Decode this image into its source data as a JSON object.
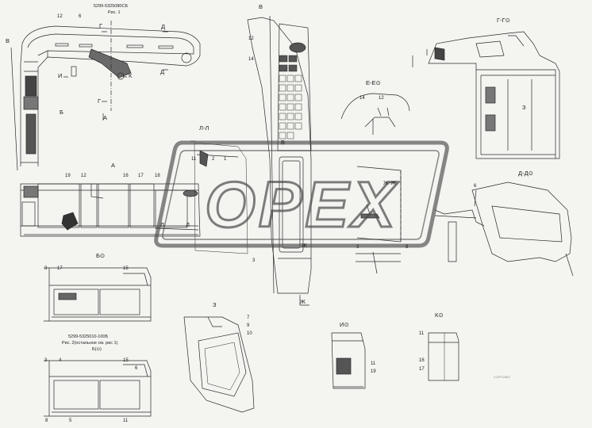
{
  "watermark": "OPEX",
  "colors": {
    "line": "#2a2a2a",
    "paper": "#f4f4f1",
    "watermark": "#5b5b5b"
  },
  "captions": {
    "fig1": "5299-5325080СБ\nРис. 1",
    "fig2": "5299-5325010-100Б\nРис. 2(остальное см. рис 1)\nБ(⊙)",
    "stamp": "С1/РС1802"
  },
  "sections": {
    "B_top_left": "В",
    "B_center": "В",
    "G_G": "Г-Г⊙",
    "E_E": "Е-Е⊙",
    "ZH_ZH": "Ж-Ж",
    "D_D": "Д-Д⊙",
    "A": "А",
    "L_L": "Л-Л",
    "B_view": "Б⊙",
    "Z": "З",
    "I": "И⊙",
    "K": "К⊙"
  },
  "markers": {
    "G1": "Г",
    "G2": "Г",
    "D1": "Д",
    "D2": "Д",
    "I": "И",
    "K": "К",
    "B": "Б",
    "A": "А",
    "L1": "Л",
    "L2": "Л",
    "V": "В",
    "ZH1": "Ж",
    "ZH2": "Ж"
  },
  "callouts": {
    "fig1_12": "12",
    "fig1_6": "6",
    "v_12": "12",
    "v_14": "14",
    "v_3": "3",
    "e_14": "14",
    "e_12": "12",
    "a_19": "19",
    "a_12": "12",
    "a_16": "16",
    "a_17": "17",
    "a_18": "18",
    "l_11": "11",
    "l_2": "2",
    "l_1": "1",
    "zh_3": "3",
    "zh_8": "8",
    "d_6": "6",
    "g_3": "З",
    "b_3": "3",
    "b_17": "17",
    "b_15": "15",
    "b2_3": "3",
    "b2_4": "4",
    "b2_15": "15",
    "b2_6": "6",
    "b2_8": "8",
    "b2_5": "5",
    "b2_11": "11",
    "z_7": "7",
    "z_9": "9",
    "z_10": "10",
    "i_11": "11",
    "i_19": "19",
    "k_11": "11",
    "k_16": "16",
    "k_17": "17"
  }
}
